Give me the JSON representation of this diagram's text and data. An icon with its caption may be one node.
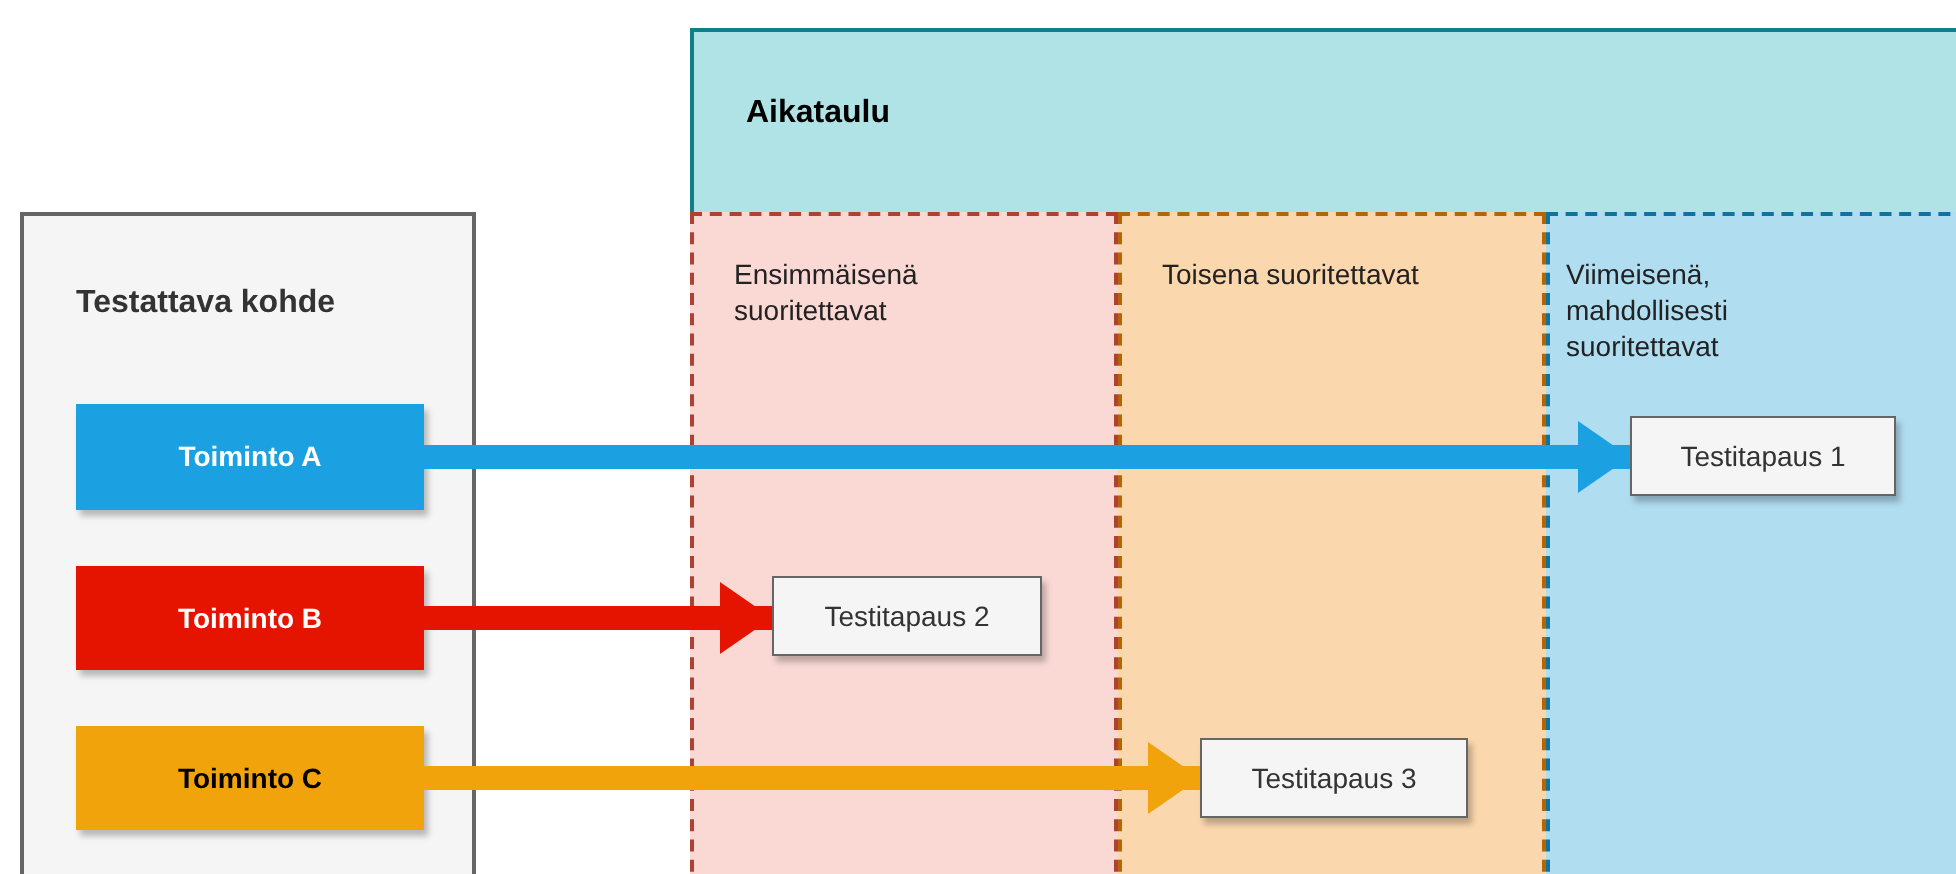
{
  "diagram": {
    "nodes": [
      {
        "text": [
          "Testattava kohde"
        ]
      },
      {
        "text": [
          "Toiminto A"
        ],
        "in": 0
      },
      {
        "text": [
          "Toiminto B"
        ],
        "in": 0
      },
      {
        "text": [
          "Toiminto C"
        ],
        "in": 0
      },
      {
        "text": [
          "Aikataulu"
        ]
      },
      {
        "text": [
          "Ensimmäisenä suoritettavat"
        ],
        "in": 4
      },
      {
        "text": [
          "Toisena suoritettavat"
        ],
        "in": 4
      },
      {
        "text": [
          "Viimeisenä, mahdollisesti suoritettavat"
        ],
        "in": 4
      },
      {
        "text": [
          "Testitapaus 1"
        ],
        "in": 7
      },
      {
        "text": [
          "Testitapaus 2"
        ],
        "in": 5
      },
      {
        "text": [
          "Testitapaus 3"
        ],
        "in": 6
      }
    ],
    "edges": [
      {
        "from": 1,
        "to": 8,
        "arrow": "to",
        "color": "#1ba1e2"
      },
      {
        "from": 2,
        "to": 9,
        "arrow": "to",
        "color": "#e51400"
      },
      {
        "from": 3,
        "to": 10,
        "arrow": "to",
        "color": "#f0a30a"
      }
    ]
  }
}
